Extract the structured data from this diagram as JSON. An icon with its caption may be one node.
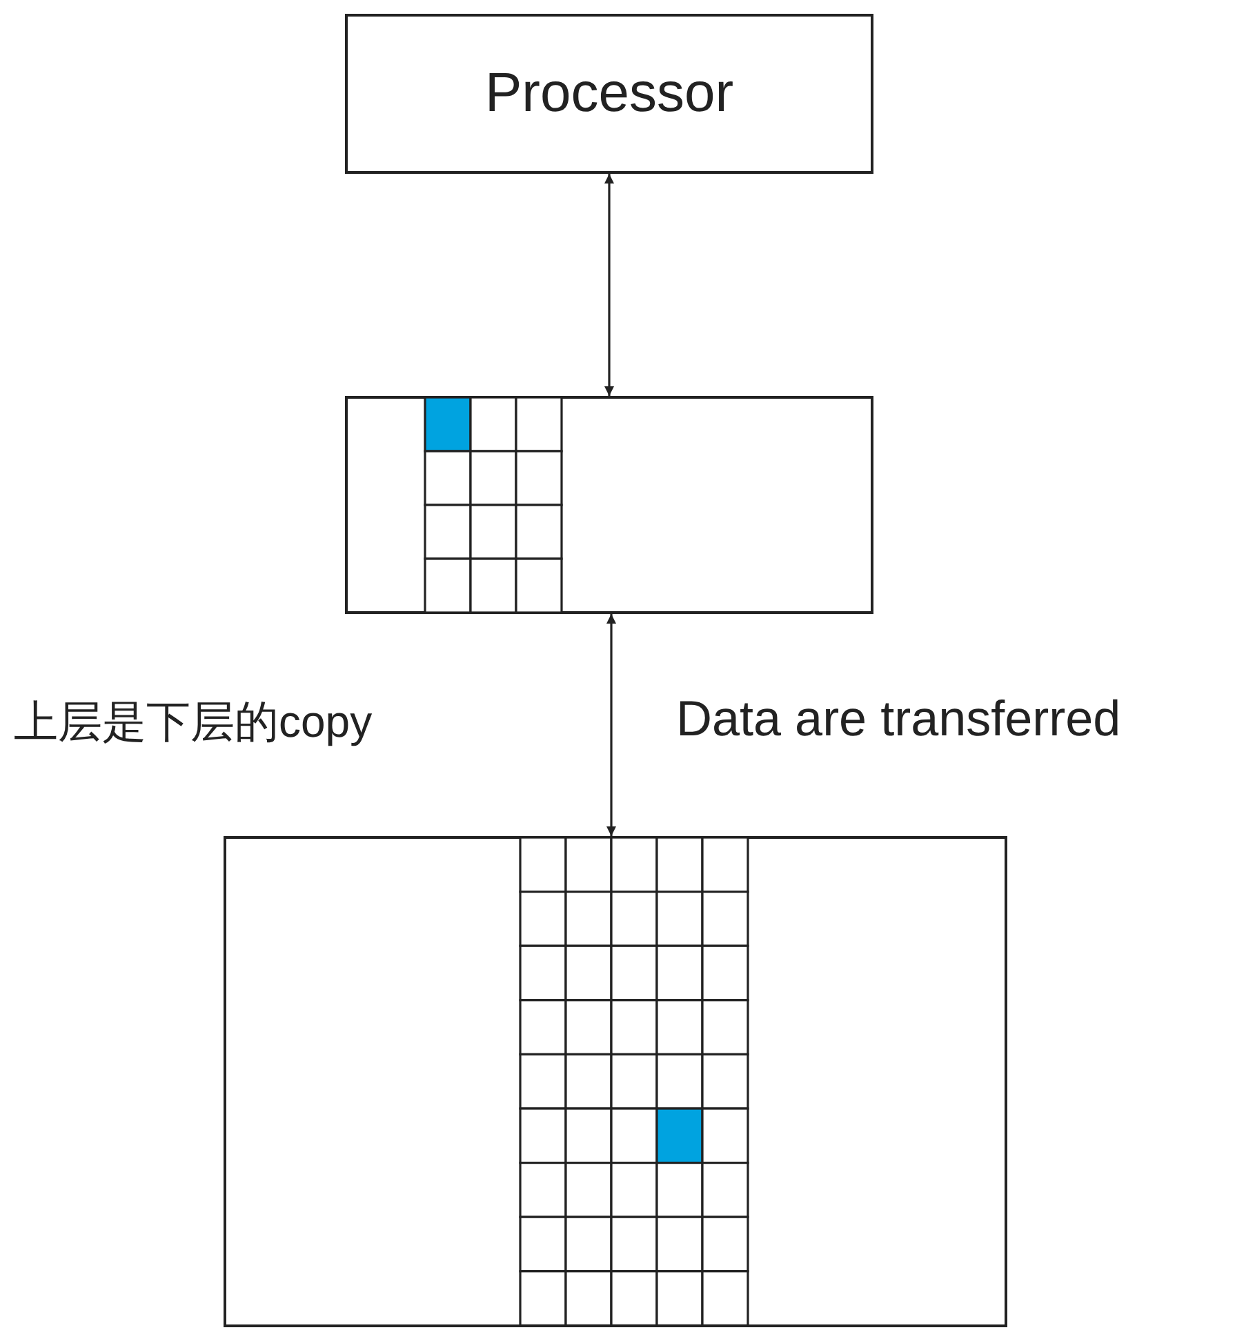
{
  "diagram": {
    "nodes": [
      {
        "text": [
          "Processor"
        ]
      },
      {
        "text": [],
        "shape": "box"
      },
      {
        "text": [],
        "shape": "box"
      }
    ],
    "edges": [
      {
        "from": 0,
        "to": 1,
        "arrow": "both"
      },
      {
        "from": 1,
        "to": 2,
        "arrow": "both",
        "label": "Data are transferred"
      }
    ],
    "labels": [
      "上层是下层的copy"
    ]
  }
}
